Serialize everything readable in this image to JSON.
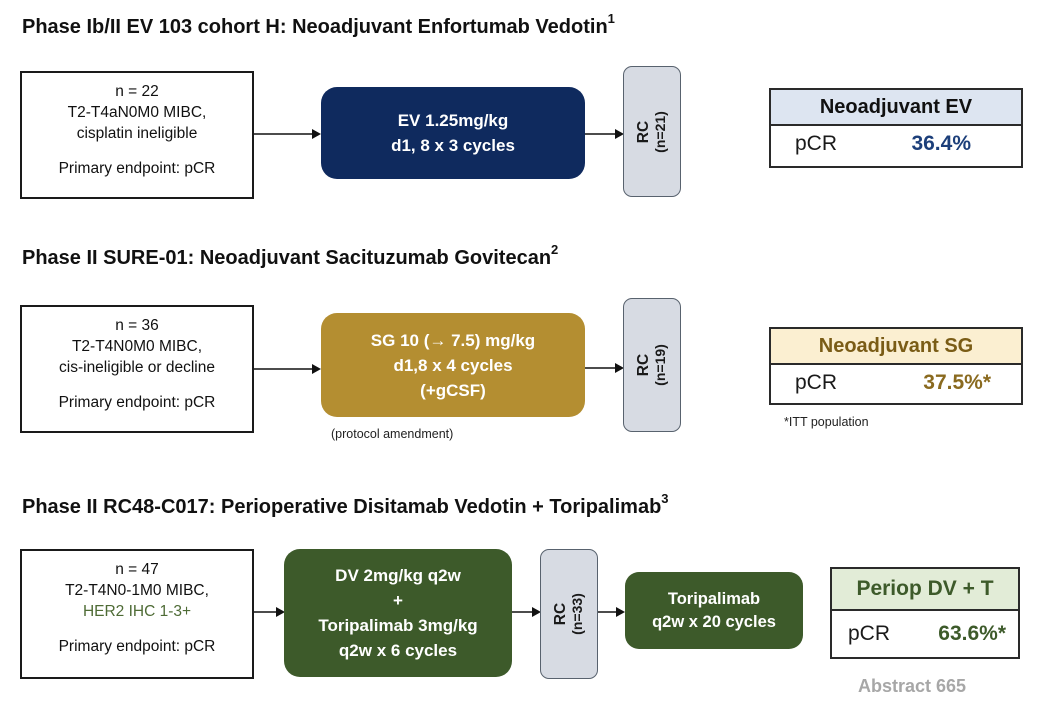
{
  "colors": {
    "ev_navy": "#0f2a5e",
    "sg_gold": "#b48e31",
    "dv_green": "#3d5a2a",
    "ev_header_bg": "#dde5f1",
    "sg_header_bg": "#fbefd1",
    "dv_header_bg": "#e2ecd7",
    "dv_header_text": "#3d5a2a",
    "sg_value_text": "#8a6a1f",
    "rc_gray": "#d7dbe3"
  },
  "section1": {
    "title": "Phase Ib/II EV 103 cohort H: Neoadjuvant Enfortumab Vedotin",
    "ref": "1",
    "patients": {
      "n": "n = 22",
      "stage": "T2-T4aN0M0 MIBC,",
      "criteria": "cisplatin ineligible",
      "endpoint": "Primary endpoint: pCR"
    },
    "treatment": {
      "line1": "EV 1.25mg/kg",
      "line2": "d1, 8 x 3 cycles"
    },
    "rc": {
      "label": "RC",
      "n": "(n=21)"
    },
    "result": {
      "header": "Neoadjuvant EV",
      "metric": "pCR",
      "value": "36.4%"
    }
  },
  "section2": {
    "title": "Phase II SURE-01: Neoadjuvant Sacituzumab Govitecan",
    "ref": "2",
    "patients": {
      "n": "n = 36",
      "stage": "T2-T4N0M0 MIBC,",
      "criteria": "cis-ineligible or decline",
      "endpoint": "Primary endpoint: pCR"
    },
    "treatment": {
      "line1": "SG 10 (→ 7.5) mg/kg",
      "line2": "d1,8 x 4 cycles",
      "line3": "(+gCSF)"
    },
    "amendment_note": "(protocol amendment)",
    "rc": {
      "label": "RC",
      "n": "(n=19)"
    },
    "result": {
      "header": "Neoadjuvant SG",
      "metric": "pCR",
      "value": "37.5%*"
    },
    "footnote": "*ITT population"
  },
  "section3": {
    "title": "Phase II RC48-C017: Perioperative Disitamab Vedotin + Toripalimab",
    "ref": "3",
    "patients": {
      "n": "n = 47",
      "stage": "T2-T4N0-1M0 MIBC,",
      "criteria": "HER2 IHC 1-3+",
      "endpoint": "Primary endpoint: pCR"
    },
    "treatment": {
      "line1": "DV 2mg/kg q2w",
      "line2": "+",
      "line3": "Toripalimab 3mg/kg",
      "line4": "q2w x 6 cycles"
    },
    "rc": {
      "label": "RC",
      "n": "(n=33)"
    },
    "adjuvant": {
      "line1": "Toripalimab",
      "line2": "q2w x 20 cycles"
    },
    "result": {
      "header": "Periop DV + T",
      "metric": "pCR",
      "value": "63.6%*"
    }
  },
  "abstract_label": "Abstract 665"
}
